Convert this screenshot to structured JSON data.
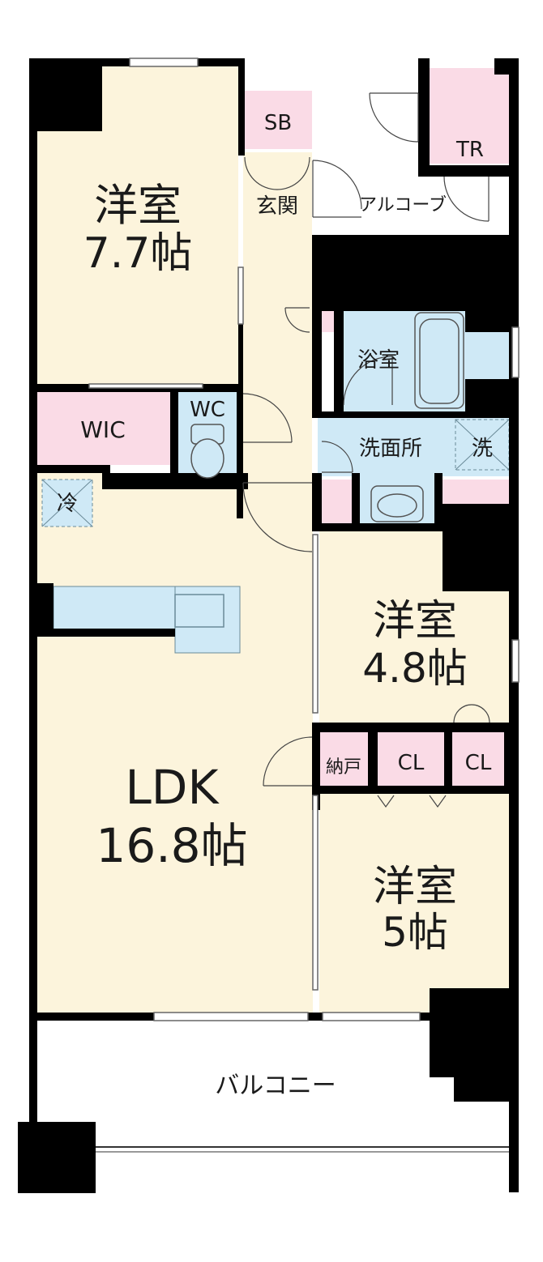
{
  "rooms": {
    "bedroom_main": {
      "name": "洋室",
      "size": "7.7帖"
    },
    "bedroom_mid": {
      "name": "洋室",
      "size": "4.8帖"
    },
    "bedroom_south": {
      "name": "洋室",
      "size": "5帖"
    },
    "ldk": {
      "name": "LDK",
      "size": "16.8帖"
    },
    "wic": "WIC",
    "wc": "WC",
    "sb": "SB",
    "tr": "TR",
    "entrance": "玄関",
    "alcove": "アルコーブ",
    "bath": "浴室",
    "washroom": "洗面所",
    "laundry": "洗",
    "fridge": "冷",
    "storage": "納戸",
    "closet_1": "CL",
    "closet_2": "CL",
    "balcony": "バルコニー"
  },
  "colors": {
    "living": "#fcf4dc",
    "wet": "#cfe9f6",
    "storage": "#fadbe6",
    "wall": "#000000"
  }
}
